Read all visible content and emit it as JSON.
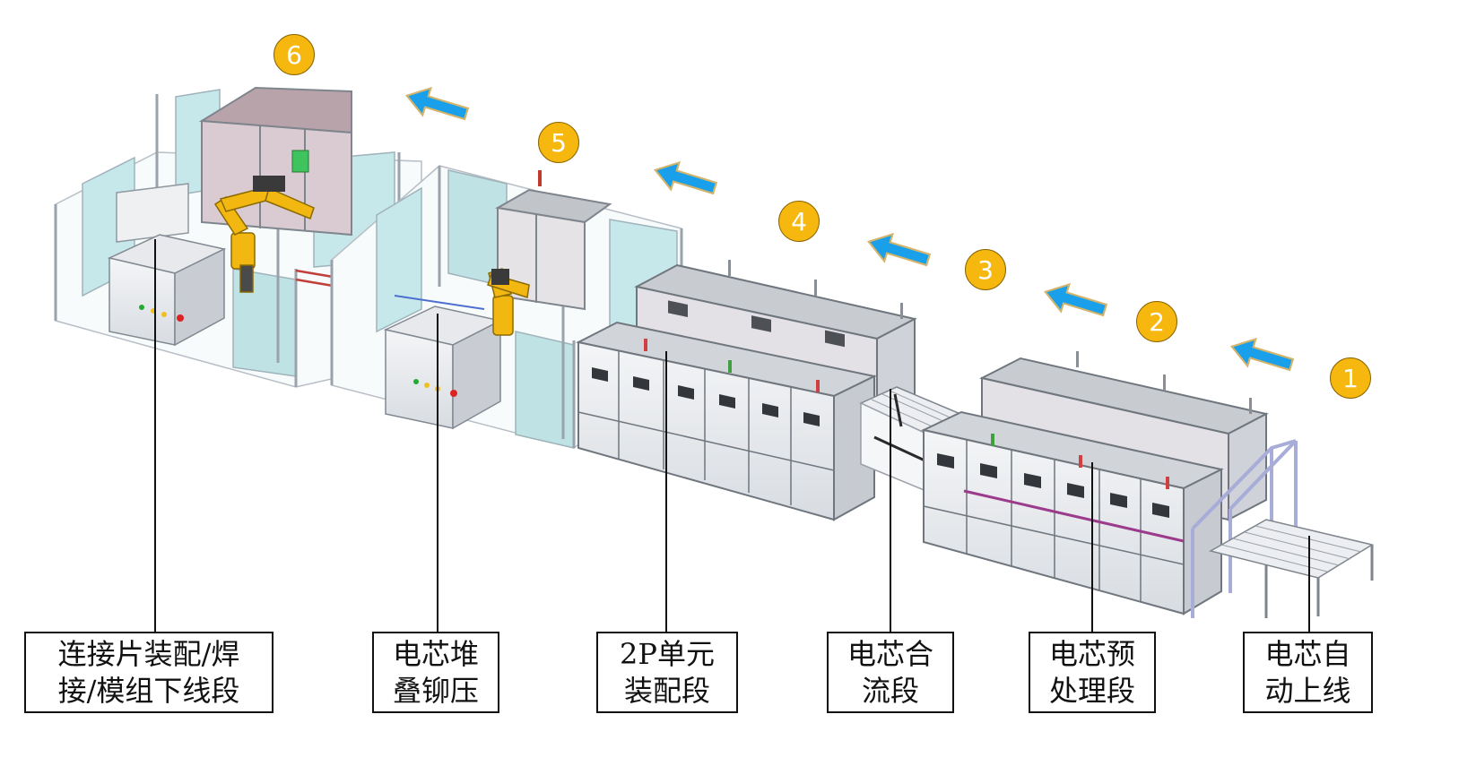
{
  "steps": [
    "1",
    "2",
    "3",
    "4",
    "5",
    "6"
  ],
  "sections": [
    {
      "line1": "电芯自",
      "line2": "动上线"
    },
    {
      "line1": "电芯预",
      "line2": "处理段"
    },
    {
      "line1": "电芯合",
      "line2": "流段"
    },
    {
      "line1": "2P单元",
      "line2": "装配段"
    },
    {
      "line1": "电芯堆",
      "line2": "叠铆压"
    },
    {
      "line1": "连接片装配/焊",
      "line2": "接/模组下线段"
    }
  ],
  "colors": {
    "badge": "#f6b80f",
    "arrow": "#1aa0ea",
    "robot": "#f2b711",
    "frame": "#a8b0b8",
    "glass": "#c9e9ea",
    "enclosure": "#9aa0a8",
    "button_green": "#22aa33",
    "button_yellow": "#f0c020",
    "button_red": "#dd2222"
  },
  "icons": [
    "flow-direction-arrow-icon",
    "step-number-badge"
  ]
}
